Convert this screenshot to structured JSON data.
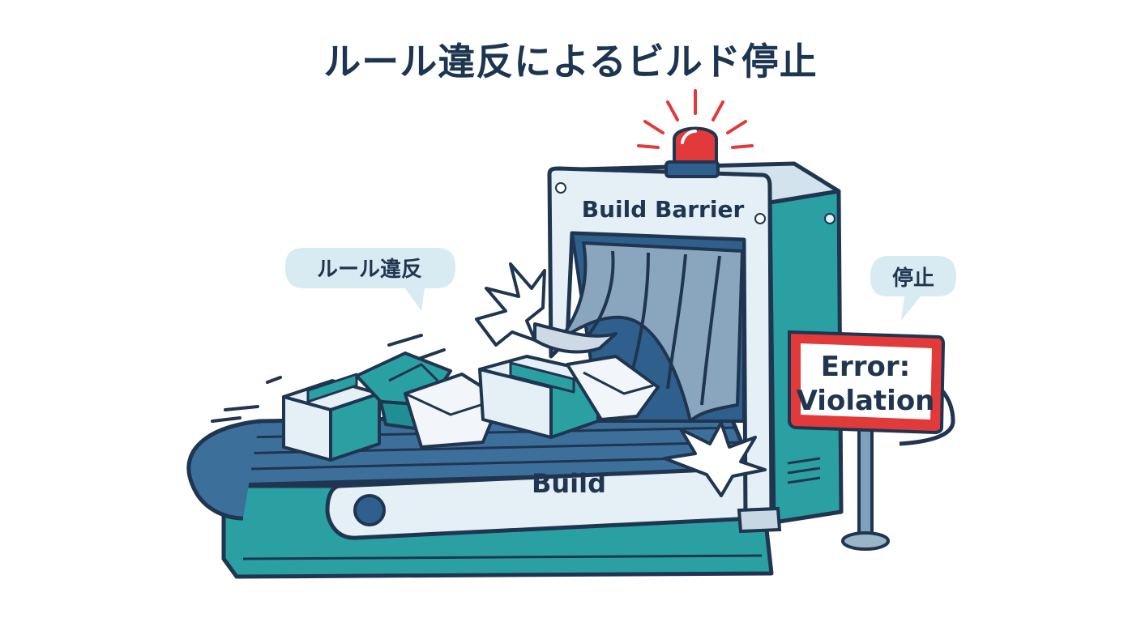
{
  "title": "ルール違反によるビルド停止",
  "barrier_label": "Build Barrier",
  "conveyor_label": "Build",
  "bubble_left": "ルール違反",
  "bubble_right": "停止",
  "sign_line1": "Error:",
  "sign_line2": "Violation",
  "colors": {
    "outline": "#1f3550",
    "teal": "#2aa0a3",
    "belt_blue": "#3d6f9b",
    "panel_light": "#e4eff6",
    "alert_red": "#e23a3a",
    "bubble": "#d9ebf2"
  },
  "icons": [
    "alarm-light-icon",
    "impact-burst-icon",
    "box-icon",
    "envelope-icon"
  ]
}
